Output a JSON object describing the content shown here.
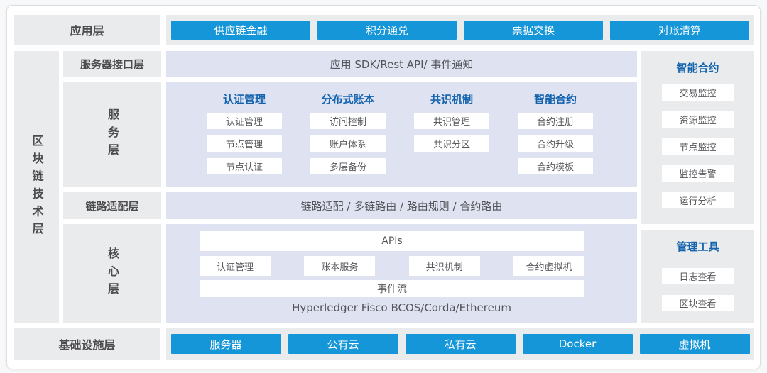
{
  "colors": {
    "accent_blue": "#1496d8",
    "header_blue": "#1463ae",
    "panel_purple": "#dfe2f1",
    "panel_gray": "#eaebec"
  },
  "app_layer": {
    "label": "应用层",
    "buttons": [
      "供应链金融",
      "积分通兑",
      "票据交换",
      "对账清算"
    ]
  },
  "blockchain_layer": {
    "label": "区块链技术层"
  },
  "interface_layer": {
    "label": "服务器接口层",
    "content": "应用 SDK/Rest API/ 事件通知"
  },
  "service_layer": {
    "label": "服务层",
    "columns": [
      {
        "header": "认证管理",
        "items": [
          "认证管理",
          "节点管理",
          "节点认证"
        ]
      },
      {
        "header": "分布式账本",
        "items": [
          "访问控制",
          "账户体系",
          "多层备份"
        ]
      },
      {
        "header": "共识机制",
        "items": [
          "共识管理",
          "共识分区"
        ]
      },
      {
        "header": "智能合约",
        "items": [
          "合约注册",
          "合约升级",
          "合约模板"
        ]
      }
    ]
  },
  "adapter_layer": {
    "label": "链路适配层",
    "content": "链路适配 / 多链路由 / 路由规则 / 合约路由"
  },
  "core_layer": {
    "label": "核心层",
    "apis_bar": "APIs",
    "modules": [
      "认证管理",
      "账本服务",
      "共识机制",
      "合约虚拟机"
    ],
    "event_bar": "事件流",
    "platforms": "Hyperledger Fisco BCOS/Corda/Ethereum"
  },
  "infra_layer": {
    "label": "基础设施层",
    "buttons": [
      "服务器",
      "公有云",
      "私有云",
      "Docker",
      "虚拟机"
    ]
  },
  "side_panels": [
    {
      "header": "智能合约",
      "items": [
        "交易监控",
        "资源监控",
        "节点监控",
        "监控告警",
        "运行分析"
      ]
    },
    {
      "header": "管理工具",
      "items": [
        "日志查看",
        "区块查看"
      ]
    }
  ]
}
